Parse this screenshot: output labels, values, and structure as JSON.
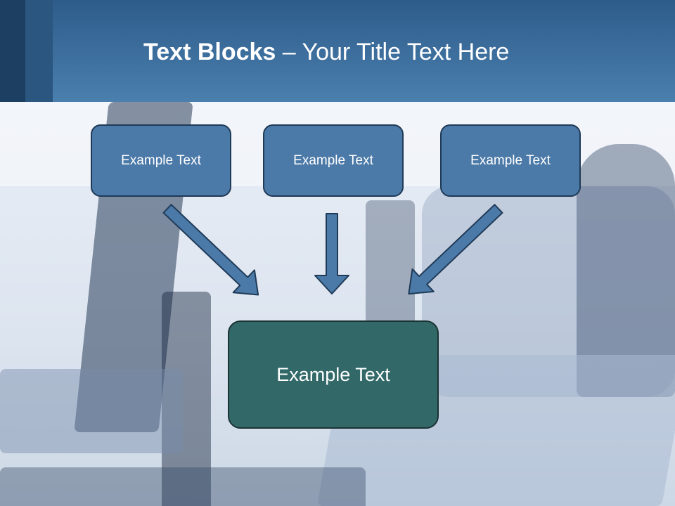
{
  "slide": {
    "title_bold": "Text Blocks",
    "title_rest": " – Your Title Text Here"
  },
  "diagram": {
    "top_boxes": [
      {
        "label": "Example Text"
      },
      {
        "label": "Example Text"
      },
      {
        "label": "Example Text"
      }
    ],
    "target_box": {
      "label": "Example Text"
    }
  },
  "colors": {
    "header": "#4a7fae",
    "top_box_fill": "#4c7aa8",
    "target_box_fill": "#326868",
    "arrow_fill": "#4c7aa8"
  }
}
